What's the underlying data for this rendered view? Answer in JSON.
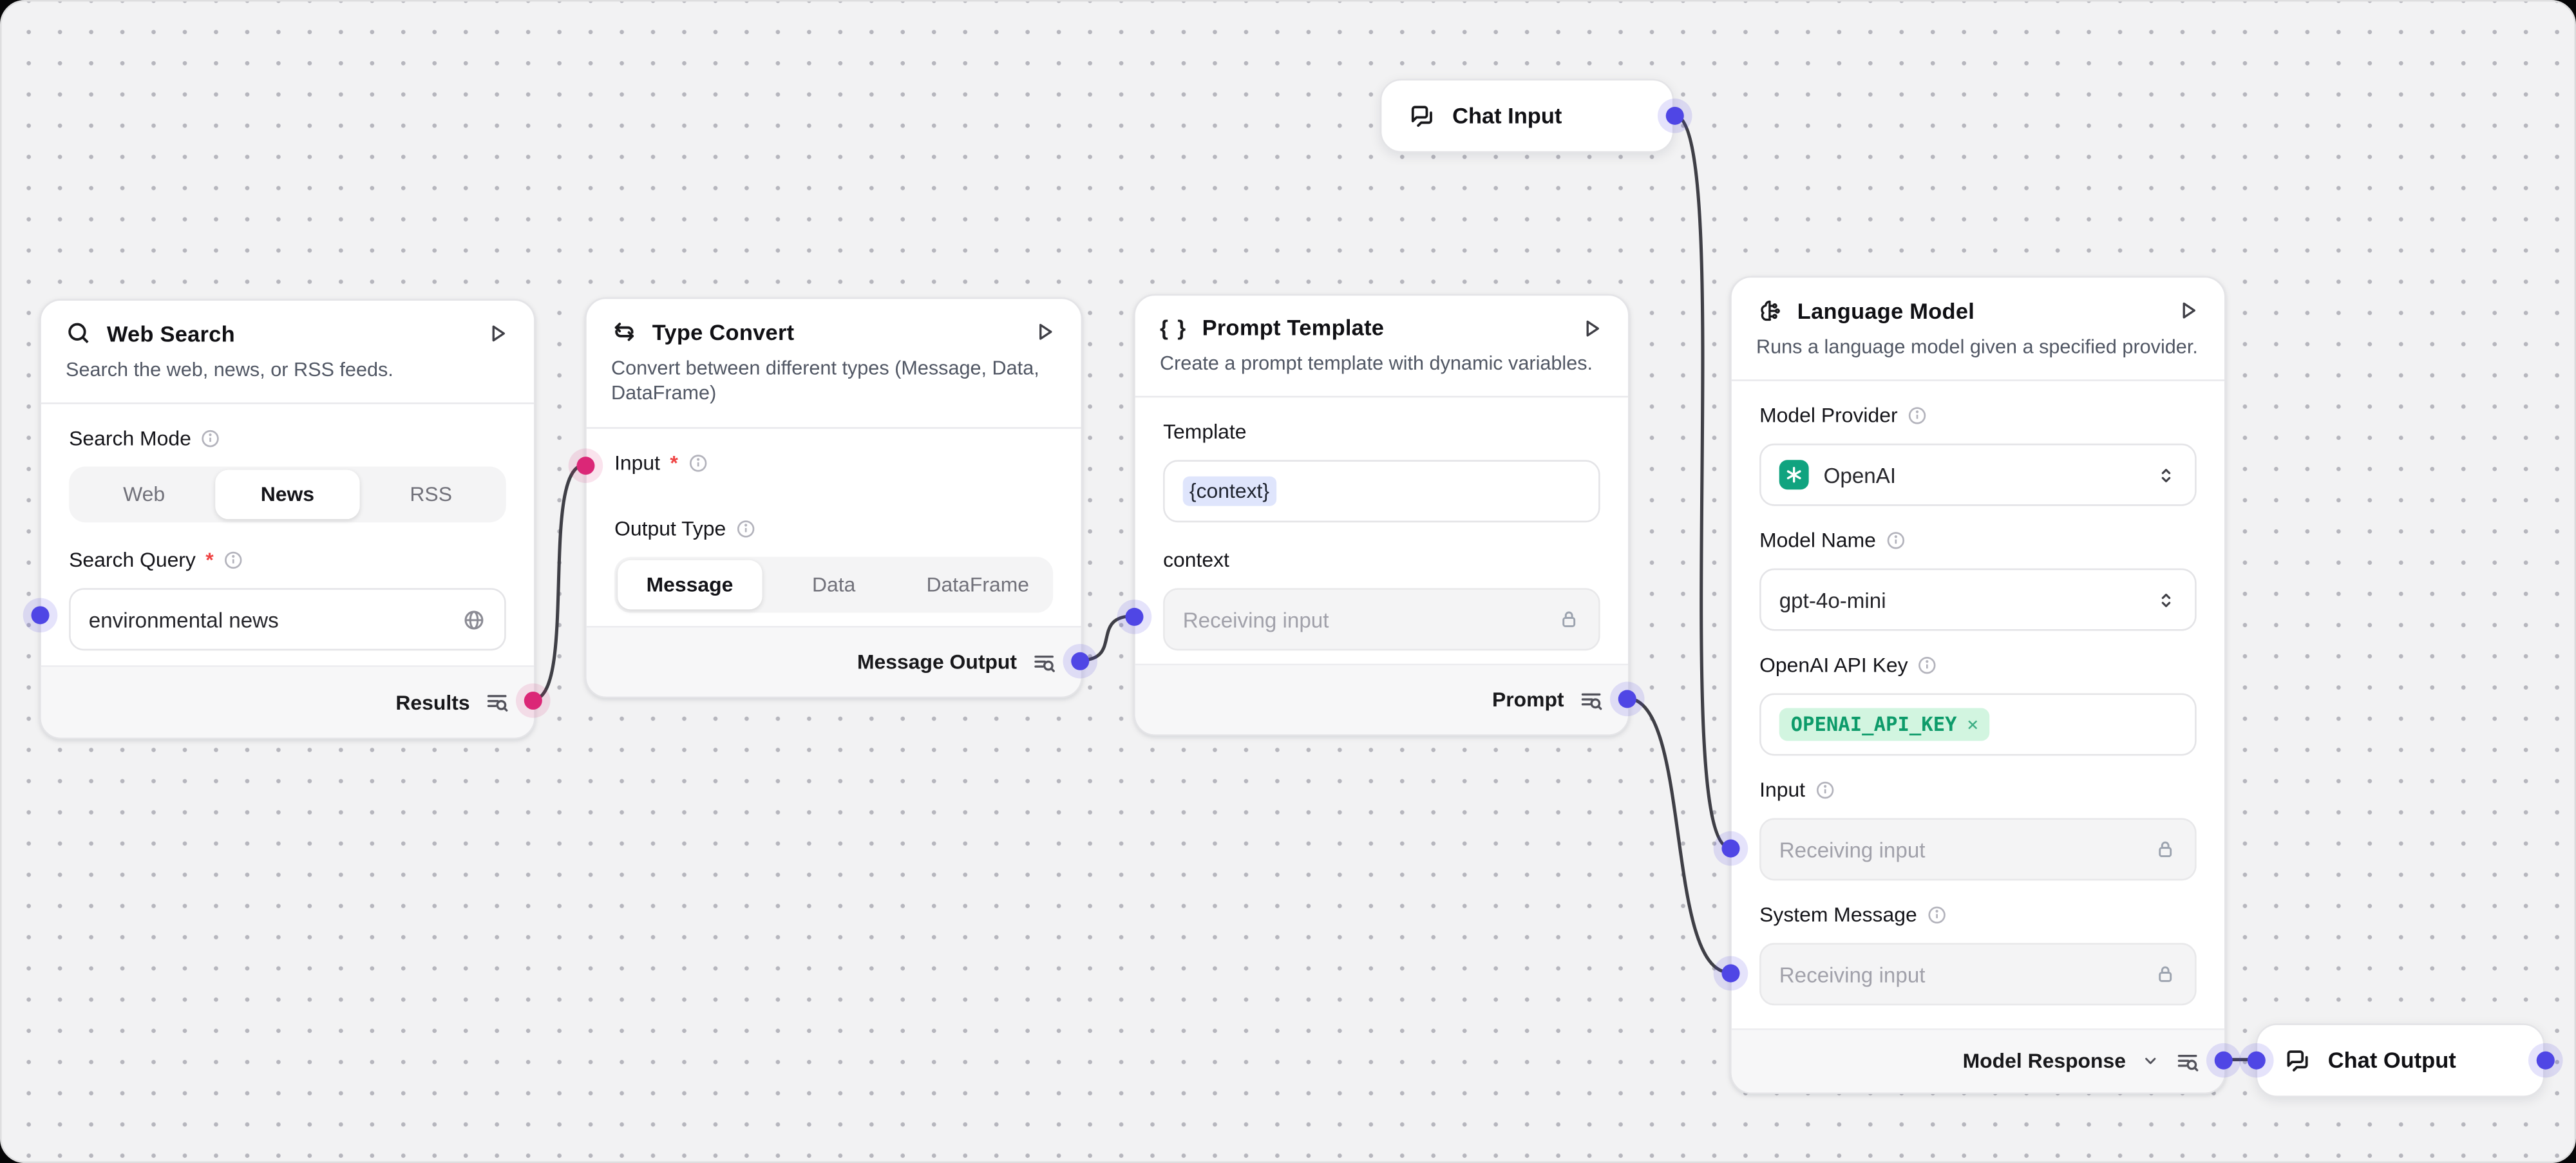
{
  "canvas": {
    "background": "#f2f2f3",
    "frame": "#060607",
    "dot_color": "#b6b6bd"
  },
  "colors": {
    "handle_blue": "#4f46e5",
    "handle_pink": "#db2777",
    "wire": "#3f3f46",
    "chip_bg": "#d2f5e0",
    "chip_text": "#0d9b6a",
    "openai_green": "#10a37f",
    "template_highlight": "#dfe5fc",
    "node_border": "#e4e4e7",
    "footer_bg": "#f7f7f8"
  },
  "icons": {
    "braces": "{ }",
    "close": "×"
  },
  "misc": {
    "required_marker": "*"
  },
  "nodes": {
    "web_search": {
      "title": "Web Search",
      "description": "Search the web, news, or RSS feeds.",
      "search_mode_label": "Search Mode",
      "modes": [
        "Web",
        "News",
        "RSS"
      ],
      "selected_mode": "News",
      "search_query_label": "Search Query",
      "search_query_value": "environmental news",
      "output_label": "Results"
    },
    "type_convert": {
      "title": "Type Convert",
      "description": "Convert between different types (Message, Data,\nDataFrame)",
      "input_label": "Input",
      "output_type_label": "Output Type",
      "output_types": [
        "Message",
        "Data",
        "DataFrame"
      ],
      "selected_output_type": "Message",
      "output_label": "Message Output"
    },
    "prompt_template": {
      "title": "Prompt Template",
      "description": "Create a prompt template with dynamic variables.",
      "template_label": "Template",
      "template_value": "{context}",
      "context_label": "context",
      "context_placeholder": "Receiving input",
      "output_label": "Prompt"
    },
    "language_model": {
      "title": "Language Model",
      "description": "Runs a language model given a specified provider.",
      "model_provider_label": "Model Provider",
      "model_provider_value": "OpenAI",
      "model_name_label": "Model Name",
      "model_name_value": "gpt-4o-mini",
      "api_key_label": "OpenAI API Key",
      "api_key_value": "OPENAI_API_KEY",
      "input_label": "Input",
      "input_placeholder": "Receiving input",
      "system_message_label": "System Message",
      "system_message_placeholder": "Receiving input",
      "output_label": "Model Response"
    },
    "chat_input": {
      "title": "Chat Input"
    },
    "chat_output": {
      "title": "Chat Output"
    }
  }
}
